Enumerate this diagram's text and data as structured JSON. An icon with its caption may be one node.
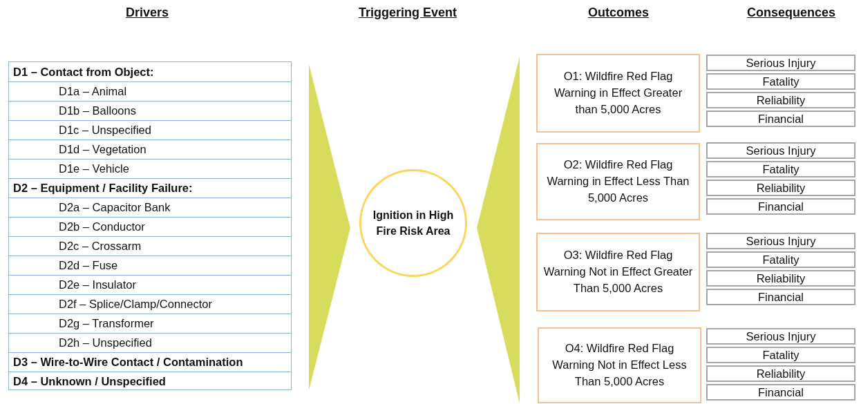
{
  "diagram": {
    "nodes": [
      {
        "text": [],
        "shape": "box"
      },
      {
        "text": [
          "D1 – Contact from Object:"
        ],
        "in": 0
      },
      {
        "text": [
          "D1a – Animal"
        ],
        "in": 0
      },
      {
        "text": [
          "D1b – Balloons"
        ],
        "in": 0
      },
      {
        "text": [
          "D1c – Unspecified"
        ],
        "in": 0
      },
      {
        "text": [
          "D1d – Vegetation"
        ],
        "in": 0
      },
      {
        "text": [
          "D1e – Vehicle"
        ],
        "in": 0
      },
      {
        "text": [
          "D2 – Equipment / Facility Failure:"
        ],
        "in": 0
      },
      {
        "text": [
          "D2a – Capacitor Bank"
        ],
        "in": 0
      },
      {
        "text": [
          "D2b – Conductor"
        ],
        "in": 0
      },
      {
        "text": [
          "D2c – Crossarm"
        ],
        "in": 0
      },
      {
        "text": [
          "D2d – Fuse"
        ],
        "in": 0
      },
      {
        "text": [
          "D2e – Insulator"
        ],
        "in": 0
      },
      {
        "text": [
          "D2f – Splice/Clamp/Connector"
        ],
        "in": 0
      },
      {
        "text": [
          "D2g – Transformer"
        ],
        "in": 0
      },
      {
        "text": [
          "D2h – Unspecified"
        ],
        "in": 0
      },
      {
        "text": [
          "D3 – Wire-to-Wire Contact / Contamination"
        ],
        "in": 0
      },
      {
        "text": [
          "D4 – Unknown / Unspecified"
        ],
        "in": 0
      },
      {
        "text": [
          "Ignition in High Fire Risk Area"
        ]
      },
      {
        "text": [
          "O1:  Wildfire Red Flag Warning in Effect Greater than 5,000 Acres"
        ]
      },
      {
        "text": [
          "Serious Injury"
        ]
      },
      {
        "text": [
          "Fatality"
        ]
      },
      {
        "text": [
          "Reliability"
        ]
      },
      {
        "text": [
          "Financial"
        ]
      },
      {
        "text": [
          "O2:  Wildfire Red Flag Warning in Effect Less Than 5,000 Acres"
        ]
      },
      {
        "text": [
          "Serious Injury"
        ]
      },
      {
        "text": [
          "Fatality"
        ]
      },
      {
        "text": [
          "Reliability"
        ]
      },
      {
        "text": [
          "Financial"
        ]
      },
      {
        "text": [
          "O3:  Wildfire Red Flag Warning Not in Effect Greater Than 5,000 Acres"
        ]
      },
      {
        "text": [
          "Serious Injury"
        ]
      },
      {
        "text": [
          "Fatality"
        ]
      },
      {
        "text": [
          "Reliability"
        ]
      },
      {
        "text": [
          "Financial"
        ]
      },
      {
        "text": [
          "O4:  Wildfire Red Flag Warning Not in Effect Less Than 5,000 Acres"
        ]
      },
      {
        "text": [
          "Serious Injury"
        ]
      },
      {
        "text": [
          "Fatality"
        ]
      },
      {
        "text": [
          "Reliability"
        ]
      },
      {
        "text": [
          "Financial"
        ]
      }
    ],
    "edges": [
      {
        "from": 0,
        "to": 18,
        "arrow": "to"
      },
      {
        "from": 18,
        "to": 19,
        "arrow": "none"
      },
      {
        "from": 18,
        "to": 24,
        "arrow": "none"
      },
      {
        "from": 18,
        "to": 29,
        "arrow": "none"
      },
      {
        "from": 18,
        "to": 34,
        "arrow": "none"
      }
    ],
    "labels": [
      "Drivers",
      "Triggering Event",
      "Outcomes",
      "Consequences"
    ]
  }
}
